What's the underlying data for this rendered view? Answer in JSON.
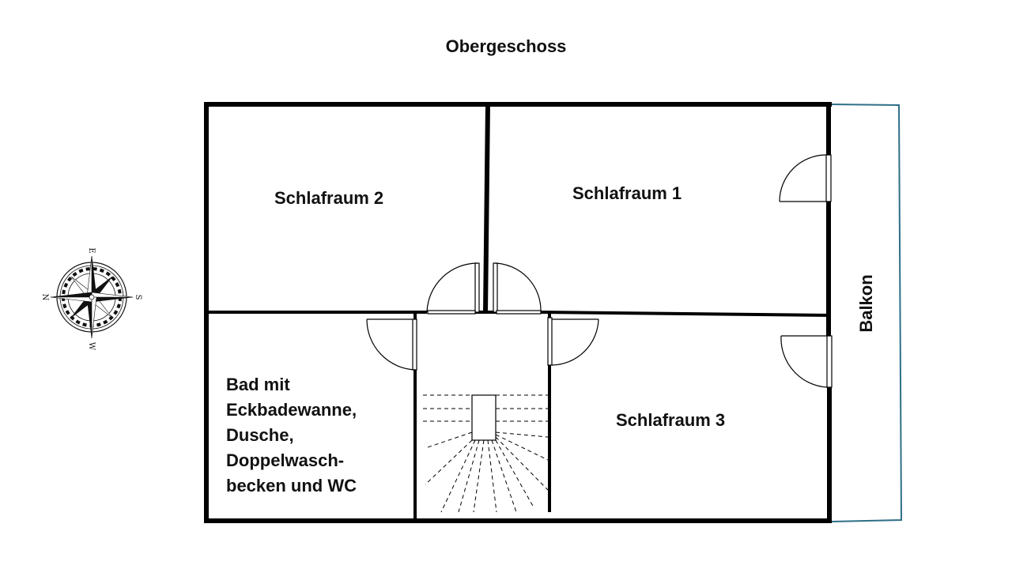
{
  "title": "Obergeschoss",
  "rooms": {
    "schlafraum1": "Schlafraum 1",
    "schlafraum2": "Schlafraum 2",
    "schlafraum3": "Schlafraum 3",
    "balkon": "Balkon",
    "bad_lines": [
      "Bad mit",
      "Eckbadewanne,",
      "Dusche,",
      "Doppelwasch-",
      "becken und WC"
    ]
  },
  "compass": {
    "n": "N",
    "e": "E",
    "s": "S",
    "w": "W"
  },
  "colors": {
    "walls": "#000000",
    "balcony_outline": "#2e6f86"
  }
}
